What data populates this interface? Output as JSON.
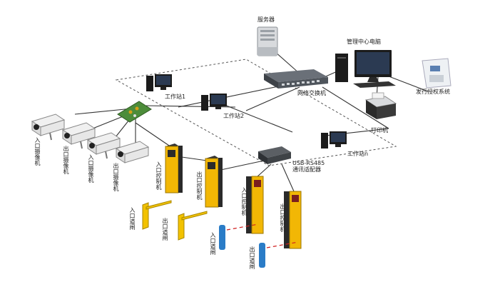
{
  "labels": {
    "server": "服务器",
    "mgmt_pc": "管理中心电脑",
    "switch": "网络交换机",
    "issuer": "发行授权系统",
    "printer": "打印机",
    "ws1": "工作站1",
    "ws2": "工作站2",
    "wsn": "工作站n",
    "usb_line1": "USB-RS485",
    "usb_line2": "通讯适配器",
    "cam1": "入口摄像机",
    "cam2": "出口摄像机",
    "cam3": "入口摄像机",
    "cam4": "出口摄像机",
    "ctrl_in1": "入口控制机",
    "ctrl_out1": "出口控制机",
    "ctrl_in2": "入口控制机",
    "ctrl_out2": "出口控制机",
    "gate_in1": "入口道闸",
    "gate_out1": "出口道闸",
    "gate_in2": "入口道闸",
    "gate_out2": "出口道闸"
  },
  "colors": {
    "line": "#333333",
    "dashed_lan": "#555555",
    "kiosk_yellow": "#f2b705",
    "kiosk_dark": "#2a2a2a",
    "barrier_yellow": "#f2c200",
    "barrier_blue": "#2a7cc7",
    "red_dash": "#d02020",
    "pc_black": "#1b1b1b",
    "switch_grey": "#555a60"
  }
}
